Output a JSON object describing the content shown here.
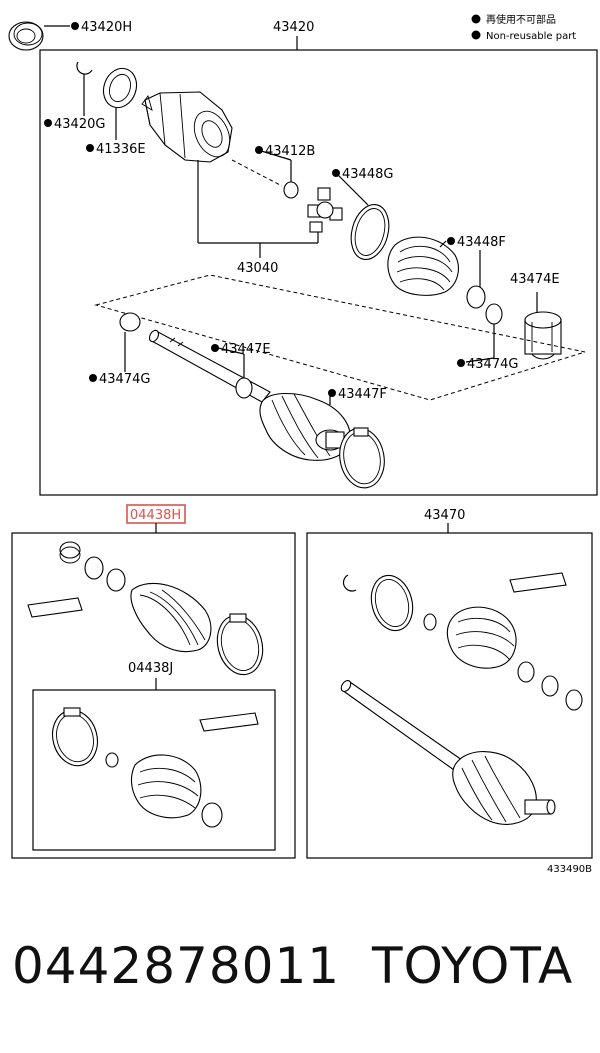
{
  "diagram": {
    "legend": {
      "line1": "再使用不可部品",
      "line2": "Non-reusable part"
    },
    "labels": {
      "p43420H": "43420H",
      "p43420": "43420",
      "p43420G": "43420G",
      "p41336E": "41336E",
      "p43412B": "43412B",
      "p43448G": "43448G",
      "p43448F": "43448F",
      "p43474E": "43474E",
      "p43040": "43040",
      "p43447E": "43447E",
      "p43474G_left": "43474G",
      "p43474G_right": "43474G",
      "p43447F": "43447F",
      "p04438H": "04438H",
      "p04438J": "04438J",
      "p43470": "43470",
      "figure_id": "433490B"
    }
  },
  "footer": {
    "part_number": "0442878011",
    "brand": "TOYOTA"
  },
  "colors": {
    "highlight": "#d9534f",
    "ink": "#000000"
  }
}
